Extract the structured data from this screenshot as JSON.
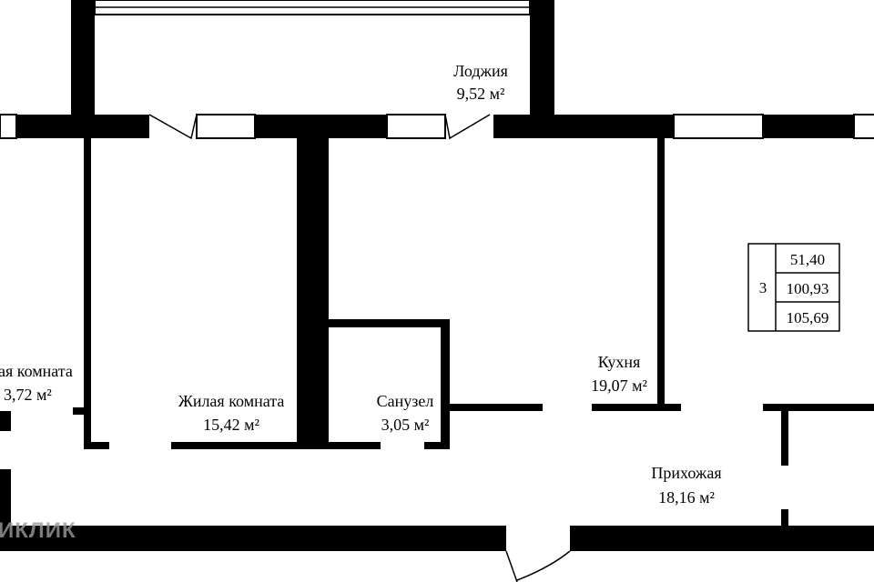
{
  "rooms": {
    "loggia": {
      "name": "Лоджия",
      "area": "9,52 м²"
    },
    "room_left": {
      "name": "ая комната",
      "area": "3,72 м²"
    },
    "room_mid": {
      "name": "Жилая комната",
      "area": "15,42 м²"
    },
    "bathroom": {
      "name": "Санузел",
      "area": "3,05 м²"
    },
    "kitchen": {
      "name": "Кухня",
      "area": "19,07 м²"
    },
    "hallway": {
      "name": "Прихожая",
      "area": "18,16 м²"
    }
  },
  "summary": {
    "rooms_count": "3",
    "living_area": "51,40",
    "total_area": "100,93",
    "total_with_loggia": "105,69"
  },
  "watermark": "ИКЛИК",
  "colors": {
    "wall": "#000000",
    "window": "#ffffff",
    "background": "#ffffff",
    "watermark": "#9a9a9a"
  }
}
